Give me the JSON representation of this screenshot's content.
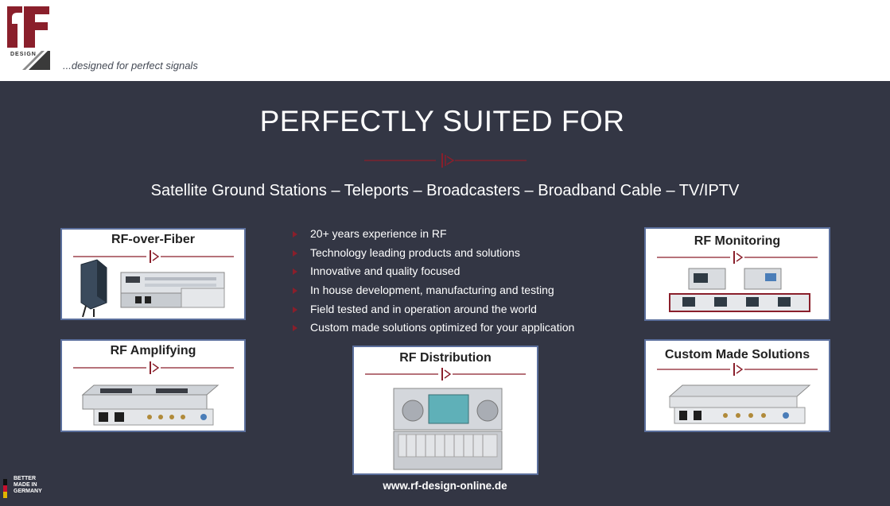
{
  "header": {
    "logo_word": "Design",
    "tagline": "...designed for perfect signals"
  },
  "main": {
    "title": "PERFECTLY SUITED FOR",
    "subtitle": "Satellite Ground Stations – Teleports – Broadcasters – Broadband Cable – TV/IPTV",
    "bullets": [
      "20+ years experience in RF",
      "Technology leading products and solutions",
      "Innovative and quality focused",
      "In house development, manufacturing and testing",
      "Field tested and in operation around the world",
      "Custom made solutions optimized for your application"
    ],
    "cards": {
      "fiber": "RF-over-Fiber",
      "amplifying": "RF Amplifying",
      "distribution": "RF Distribution",
      "monitoring": "RF Monitoring",
      "custom": "Custom Made Solutions"
    },
    "url": "www.rf-design-online.de",
    "badge_lines": [
      "BETTER",
      "MADE IN",
      "GERMANY"
    ]
  },
  "colors": {
    "slide_bg": "#333644",
    "accent_red": "#8a1f2b",
    "card_border": "#5b6f9c"
  }
}
